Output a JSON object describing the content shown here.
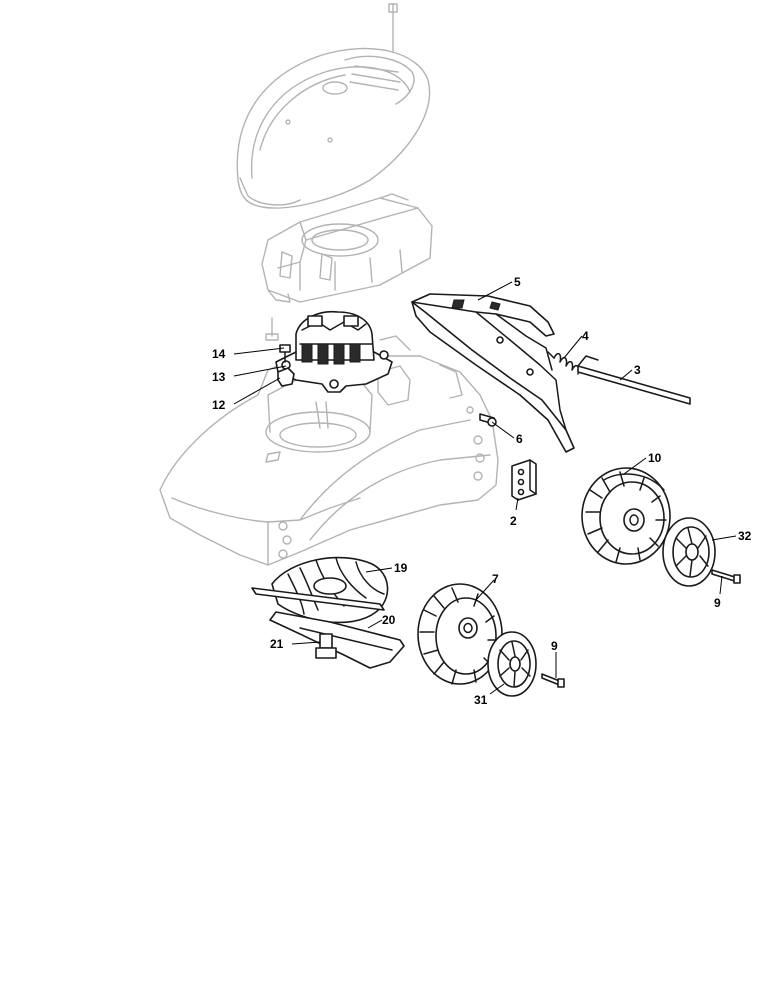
{
  "diagram": {
    "callouts": [
      {
        "id": "c14",
        "label": "14"
      },
      {
        "id": "c13",
        "label": "13"
      },
      {
        "id": "c12",
        "label": "12"
      },
      {
        "id": "c5",
        "label": "5"
      },
      {
        "id": "c4",
        "label": "4"
      },
      {
        "id": "c3",
        "label": "3"
      },
      {
        "id": "c6",
        "label": "6"
      },
      {
        "id": "c2",
        "label": "2"
      },
      {
        "id": "c10",
        "label": "10"
      },
      {
        "id": "c32",
        "label": "32"
      },
      {
        "id": "c9a",
        "label": "9"
      },
      {
        "id": "c19",
        "label": "19"
      },
      {
        "id": "c7",
        "label": "7"
      },
      {
        "id": "c20",
        "label": "20"
      },
      {
        "id": "c21",
        "label": "21"
      },
      {
        "id": "c9b",
        "label": "9"
      },
      {
        "id": "c31",
        "label": "31"
      }
    ],
    "parts": {
      "motor_cover": "motor-cover",
      "motor_housing": "motor-housing",
      "mower_deck": "mower-deck",
      "motor": "motor",
      "rear_flap": "rear-flap",
      "spring": "spring",
      "axle": "axle",
      "front_wheel": "front-wheel",
      "rear_wheel": "rear-wheel",
      "fan": "fan",
      "blade": "blade",
      "hubcap_front": "hubcap-front",
      "hubcap_rear": "hubcap-rear"
    }
  }
}
